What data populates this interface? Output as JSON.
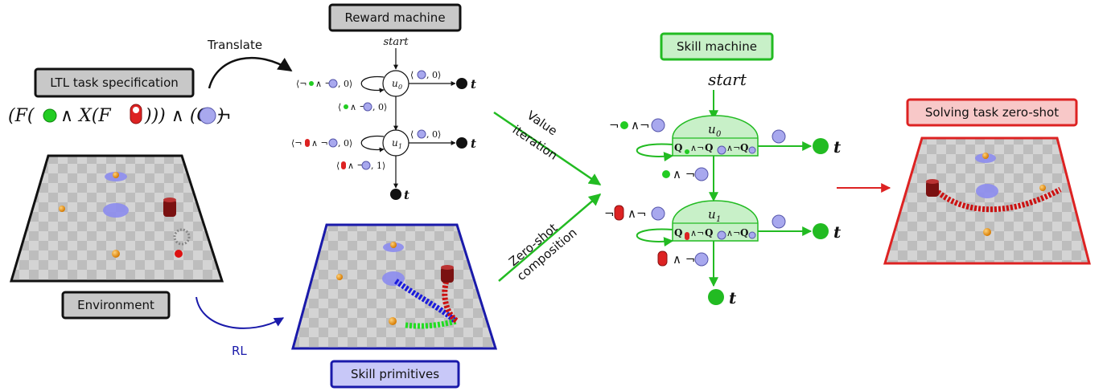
{
  "boxes": {
    "reward_machine": "Reward machine",
    "ltl_spec": "LTL task specification",
    "environment": "Environment",
    "skill_machine": "Skill machine",
    "skill_primitives": "Skill primitives",
    "solving": "Solving task zero-shot"
  },
  "arrows": {
    "translate": "Translate",
    "value_iteration_1": "Value",
    "value_iteration_2": "iteration",
    "zero_shot_1": "Zero-shot",
    "zero_shot_2": "composition",
    "rl": "RL"
  },
  "formula": {
    "part1": "(F(",
    "part2": "∧ X(F",
    "part3": "))) ∧ (G ¬",
    "part4": ")"
  },
  "reward_machine_graph": {
    "start": "start",
    "u0": "u",
    "u0_sub": "0",
    "u1": "u",
    "u1_sub": "1",
    "t": "t",
    "self_loop_u0_a": "⟨¬",
    "self_loop_u0_b": "∧ ¬",
    "self_loop_u0_c": ", 0⟩",
    "u0_to_t_a": "⟨",
    "u0_to_t_b": ", 0⟩",
    "u0_to_u1_a": "⟨",
    "u0_to_u1_b": "∧ ¬",
    "u0_to_u1_c": ", 0⟩",
    "self_loop_u1_a": "⟨¬",
    "self_loop_u1_b": "∧ ¬",
    "self_loop_u1_c": ", 0⟩",
    "u1_to_t_a": "⟨",
    "u1_to_t_b": ", 0⟩",
    "u1_to_t2_a": "⟨",
    "u1_to_t2_b": "∧ ¬",
    "u1_to_t2_c": ", 1⟩"
  },
  "skill_machine_graph": {
    "start": "start",
    "u0": "u",
    "u0_sub": "0",
    "u1": "u",
    "u1_sub": "1",
    "t": "t",
    "loop0_a": "¬",
    "loop0_b": "∧¬",
    "q_label": "Q",
    "and_neg": "∧¬",
    "mid_a": "∧ ¬",
    "loop1_a": "¬",
    "loop1_b": "∧¬",
    "bottom_a": "∧ ¬"
  },
  "colors": {
    "reward_box": "#c8c8c8",
    "skill_machine_box": "#c8f0c8",
    "skill_machine_border": "#22bb22",
    "skill_prim_box": "#c8c8f8",
    "skill_prim_border": "#1a1aaa",
    "solving_box": "#f8c8c8",
    "solving_border": "#dd2222",
    "green": "#22bb22",
    "blue_circle": "#a8a8ee",
    "red": "#dd2222",
    "blue_arrow": "#1a1aaa"
  }
}
